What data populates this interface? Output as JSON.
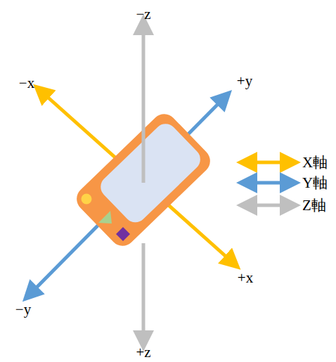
{
  "diagram": {
    "labels": [
      "−z",
      "−x",
      "+y",
      "+x",
      "−y",
      "+z"
    ],
    "legend": [
      {
        "text": "X軸"
      },
      {
        "text": "Y軸"
      },
      {
        "text": "Z軸"
      }
    ]
  }
}
